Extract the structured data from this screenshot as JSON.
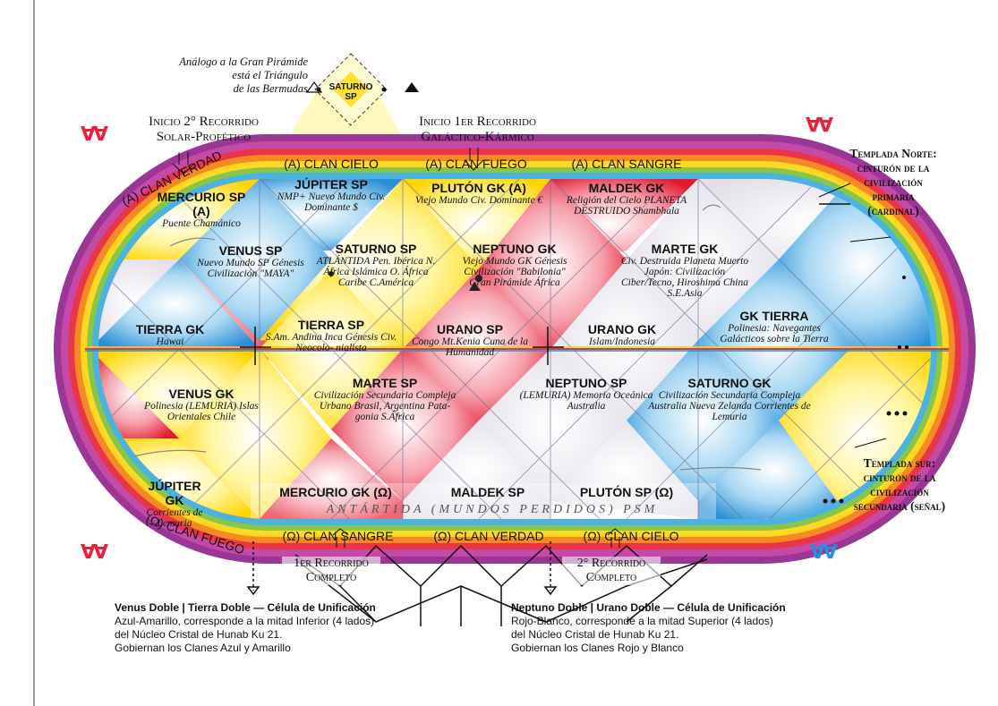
{
  "colors": {
    "red": "#e8213a",
    "blue": "#2a8fd6",
    "yellow": "#ffe11a",
    "white": "#f7f7f7",
    "rainbow": [
      "#8e2f8e",
      "#c63fa0",
      "#e83a3a",
      "#f28a1e",
      "#ffd21a",
      "#7cc242",
      "#2aa6d6"
    ]
  },
  "top_note": {
    "lines": [
      "Análogo a la Gran Pirámide",
      "está el Triángulo",
      "de las Bermudas"
    ],
    "saturno_label": [
      "SATURNO",
      "SP"
    ]
  },
  "inicio2": [
    "Inicio 2° Recorrido",
    "Solar-Profético"
  ],
  "inicio1": [
    "Inicio 1er Recorrido",
    "Galáctico-Kármico"
  ],
  "templada_norte": [
    "Templada Norte:",
    "cinturón de la",
    "civilización",
    "primaria",
    "(cardinal)"
  ],
  "templada_sur": [
    "Templada sur:",
    "cinturón de la",
    "civilización",
    "secundaria (señal)"
  ],
  "top_clans": [
    "(A) CLAN VERDAD",
    "(A) CLAN CIELO",
    "(A) CLAN FUEGO",
    "(A) CLAN SANGRE"
  ],
  "bottom_clans": [
    "(Ω) CLAN FUEGO",
    "(Ω) CLAN SANGRE",
    "(Ω) CLAN VERDAD",
    "(Ω) CLAN CIELO"
  ],
  "antartida": "ANTÁRTIDA (MUNDOS PERDIDOS) PSM",
  "cells": [
    {
      "title": "MERCURIO SP (A)",
      "notes": [
        "Puente",
        "Chamánico"
      ]
    },
    {
      "title": "JÚPITER SP",
      "notes": [
        "NMP+",
        "Nuevo Mundo",
        "Civ.",
        "Dominante",
        "$"
      ]
    },
    {
      "title": "PLUTÓN GK (A)",
      "notes": [
        "Viejo Mundo",
        "Civ.",
        "Dominante",
        "€"
      ]
    },
    {
      "title": "MALDEK GK",
      "notes": [
        "Religión del Cielo",
        "PLANETA",
        "DESTRUIDO",
        "Shambhala"
      ]
    },
    {
      "title": "VENUS SP",
      "notes": [
        "Nuevo Mundo",
        "SP Génesis",
        "Civilización",
        "\"MAYA\""
      ]
    },
    {
      "title": "SATURNO SP",
      "notes": [
        "ATLÁNTIDA",
        "Pen.",
        "Ibérica",
        "N. África",
        "Islámica",
        "O.",
        "África",
        "Caribe",
        "C.América"
      ]
    },
    {
      "title": "NEPTUNO GK",
      "notes": [
        "Viejo Mundo",
        "GK Génesis",
        "Civilización",
        "\"Babilonia\"",
        "Gran",
        "Pirámide",
        "África"
      ]
    },
    {
      "title": "MARTE GK",
      "notes": [
        "Civ. Destruida",
        "Planeta Muerto",
        "Japón: Civilización",
        "Ciber/Tecno,",
        "Hiroshima",
        "China",
        "S.E.Asia"
      ]
    },
    {
      "title": "TIERRA GK",
      "notes": [
        "Hawai"
      ]
    },
    {
      "title": "TIERRA SP",
      "notes": [
        "S.Am.",
        "Andina",
        "Inca",
        "Génesis",
        "Civ.",
        "Neocolo-",
        "nialista"
      ]
    },
    {
      "title": "URANO SP",
      "notes": [
        "Congo",
        "Mt.Kenia",
        "Cuna de la",
        "Humanidad"
      ]
    },
    {
      "title": "URANO GK",
      "notes": [
        "Islam/Indonesia"
      ]
    },
    {
      "title": "GK TIERRA",
      "notes": [
        "Polinesia:",
        "Navegantes",
        "Galácticos",
        "sobre la",
        "Tierra"
      ]
    },
    {
      "title": "VENUS GK",
      "notes": [
        "Polinesia",
        "(LEMURIA)",
        "Islas",
        "Orientales",
        "Chile"
      ]
    },
    {
      "title": "MARTE SP",
      "notes": [
        "Civilización",
        "Secundaria",
        "Compleja",
        "Urbano",
        "Brasil,",
        "Argentina",
        "Pata-",
        "gonia",
        "S.África"
      ]
    },
    {
      "title": "NEPTUNO SP",
      "notes": [
        "(LEMURIA)",
        "Memoria",
        "Oceánica",
        "Australia"
      ]
    },
    {
      "title": "SATURNO GK",
      "notes": [
        "Civilización",
        "Secundaria",
        "Compleja",
        "Australia",
        "Nueva Zelanda",
        "Corrientes de",
        "Lemuria"
      ]
    },
    {
      "title": "JÚPITER GK",
      "notes": [
        "Corrientes de",
        "Lemuria"
      ]
    },
    {
      "title": "MERCURIO GK (Ω)",
      "notes": []
    },
    {
      "title": "MALDEK SP",
      "notes": []
    },
    {
      "title": "PLUTÓN SP (Ω)",
      "notes": []
    }
  ],
  "recorrido1": [
    "1er Recorrido",
    "Completo"
  ],
  "recorrido2": [
    "2° Recorrido",
    "Completo"
  ],
  "footer_left": {
    "title": "Venus Doble | Tierra Doble — Célula de Unificación",
    "lines": [
      "Azul-Amarillo, corresponde a la mitad Inferior (4 lados)",
      "del Núcleo Cristal de Hunab Ku 21.",
      "Gobiernan los Clanes Azul y Amarillo"
    ]
  },
  "footer_right": {
    "title": "Neptuno Doble | Urano Doble — Célula de Unificación",
    "lines": [
      "Rojo-Blanco, corresponde a la mitad Superior (4 lados)",
      "del Núcleo Cristal de Hunab Ku 21.",
      "Gobiernan los Clanes Rojo y Blanco"
    ]
  },
  "glyphs": {
    "top_left": "∀∀",
    "top_right": "∀∀",
    "bottom_left": "∀∀",
    "bottom_right": "∀∀"
  }
}
